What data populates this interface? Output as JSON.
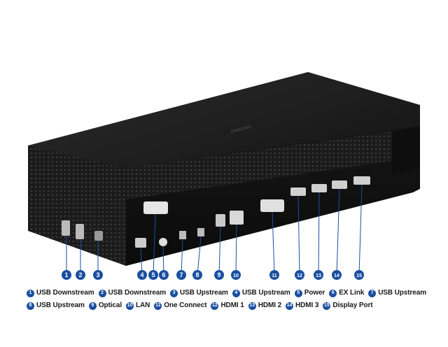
{
  "accent_color": "#1a4fa0",
  "device": {
    "brand_label": "SAMSUNG"
  },
  "callouts": [
    "1",
    "2",
    "3",
    "4",
    "5",
    "6",
    "7",
    "8",
    "9",
    "10",
    "11",
    "12",
    "13",
    "14",
    "15"
  ],
  "legend": {
    "row1": [
      {
        "num": "1",
        "label": "USB Downstream"
      },
      {
        "num": "2",
        "label": "USB Downstream"
      },
      {
        "num": "3",
        "label": "USB Upstream"
      },
      {
        "num": "4",
        "label": "USB Upstream"
      },
      {
        "num": "5",
        "label": "Power"
      },
      {
        "num": "6",
        "label": "EX Link"
      },
      {
        "num": "7",
        "label": "USB Upstream"
      }
    ],
    "row2": [
      {
        "num": "8",
        "label": "USB Upstream"
      },
      {
        "num": "9",
        "label": "Optical"
      },
      {
        "num": "10",
        "label": "LAN"
      },
      {
        "num": "11",
        "label": "One Connect"
      },
      {
        "num": "12",
        "label": "HDMI 1"
      },
      {
        "num": "13",
        "label": "HDMI 2"
      },
      {
        "num": "14",
        "label": "HDMI 3"
      },
      {
        "num": "15",
        "label": "Display Port"
      }
    ]
  }
}
